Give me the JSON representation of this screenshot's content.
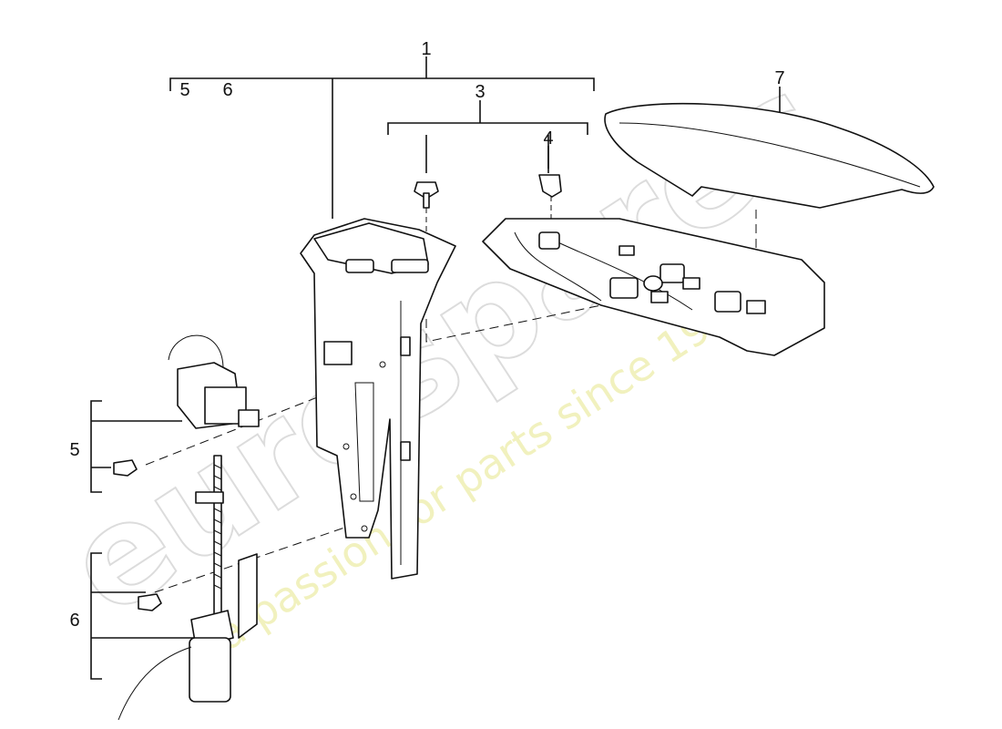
{
  "callouts": {
    "c1": "1",
    "c3": "3",
    "c4": "4",
    "c5": "5",
    "c6": "6",
    "c7": "7"
  },
  "watermark": {
    "brand": "eurospares",
    "tagline": "a passion for parts since 1985"
  }
}
